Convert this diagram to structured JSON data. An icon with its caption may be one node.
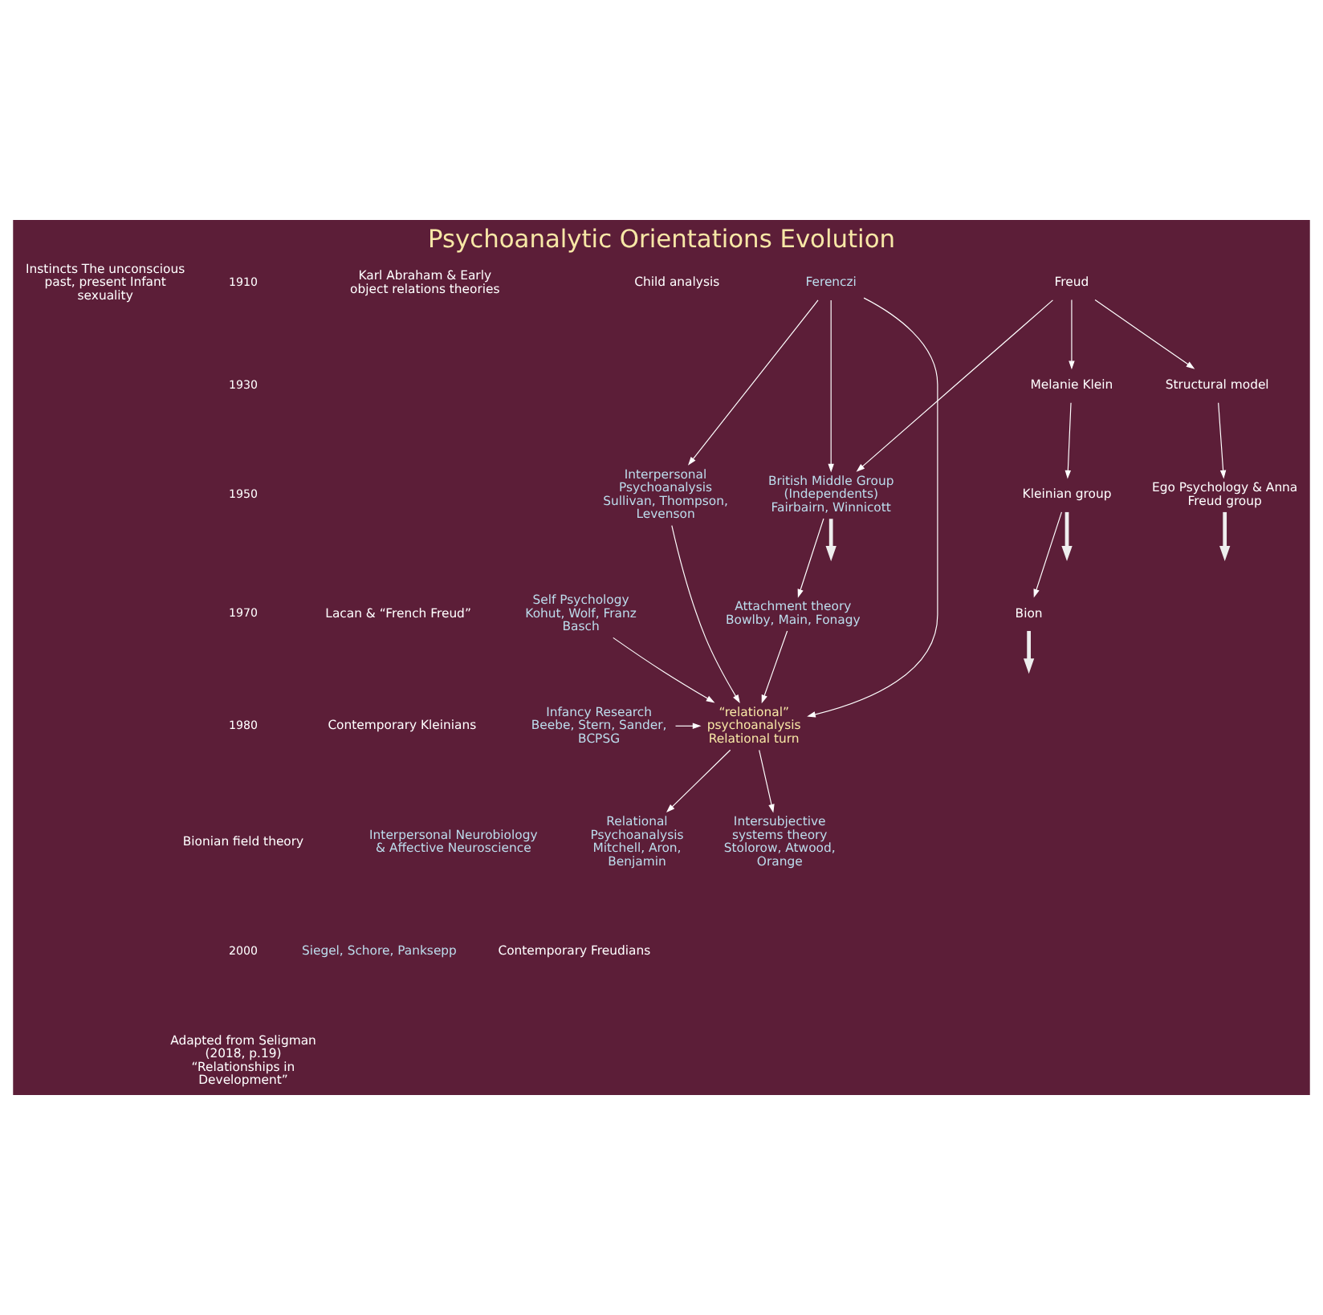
{
  "diagram": {
    "title": "Psychoanalytic Orientations Evolution",
    "nodes": [
      {
        "text": [
          "Freud"
        ]
      },
      {
        "text": [
          "Melanie Klein"
        ]
      },
      {
        "text": [
          "British Middle Group (Independents)",
          "Fairbairn, Winnicott"
        ]
      },
      {
        "text": [
          "Structural model"
        ]
      },
      {
        "text": [
          "Ferenczi"
        ]
      },
      {
        "text": [
          "Kleinian group"
        ]
      },
      {
        "text": [
          "Ego Psychology & Anna Freud group"
        ]
      },
      {
        "text": [
          "Interpersonal Psychoanalysis",
          "Sullivan, Thompson, Levenson"
        ]
      },
      {
        "text": [
          "Bion"
        ]
      },
      {
        "text": [
          "Attachment theory",
          "Bowlby, Main, Fonagy"
        ]
      },
      {
        "text": [
          "Self Psychology",
          "Kohut, Wolf, Franz Basch"
        ]
      },
      {
        "text": [
          "Infancy Research",
          "Beebe, Stern, Sander, BCPSG"
        ]
      },
      {
        "text": [
          "“relational” psychoanalysis",
          "Relational turn"
        ]
      },
      {
        "text": [
          "Relational Psychoanalysis",
          "Mitchell, Aron, Benjamin"
        ]
      },
      {
        "text": [
          "Intersubjective systems theory",
          "Stolorow, Atwood, Orange"
        ]
      }
    ],
    "edges": [
      {
        "from": 0,
        "to": 1,
        "arrow": "to"
      },
      {
        "from": 0,
        "to": 2,
        "arrow": "to"
      },
      {
        "from": 0,
        "to": 3,
        "arrow": "to"
      },
      {
        "from": 4,
        "to": 2,
        "arrow": "to"
      },
      {
        "from": 4,
        "to": 7,
        "arrow": "to"
      },
      {
        "from": 4,
        "to": 12,
        "arrow": "to"
      },
      {
        "from": 1,
        "to": 5,
        "arrow": "to"
      },
      {
        "from": 3,
        "to": 6,
        "arrow": "to"
      },
      {
        "from": 5,
        "to": 8,
        "arrow": "to"
      },
      {
        "from": 5,
        "to": null,
        "arrow": "to",
        "style": "thick",
        "color": "#eeeeee"
      },
      {
        "from": 2,
        "to": null,
        "arrow": "to",
        "style": "thick",
        "color": "#eeeeee"
      },
      {
        "from": 2,
        "to": 9,
        "arrow": "to"
      },
      {
        "from": 6,
        "to": null,
        "arrow": "to",
        "style": "thick",
        "color": "#eeeeee"
      },
      {
        "from": 8,
        "to": null,
        "arrow": "to",
        "style": "thick",
        "color": "#eeeeee"
      },
      {
        "from": 9,
        "to": 12,
        "arrow": "to"
      },
      {
        "from": 10,
        "to": 12,
        "arrow": "to"
      },
      {
        "from": 7,
        "to": 12,
        "arrow": "to"
      },
      {
        "from": 11,
        "to": 12,
        "arrow": "to"
      },
      {
        "from": 12,
        "to": 13,
        "arrow": "to"
      },
      {
        "from": 12,
        "to": 14,
        "arrow": "to"
      }
    ],
    "labels": [
      "Instincts The unconscious past, present Infant sexuality",
      "1910",
      "Karl Abraham & Early object relations theories",
      "Child analysis",
      "1930",
      "1950",
      "Lacan & “French Freud”",
      "1970",
      "1980",
      "Contemporary Kleinians",
      "Interpersonal Neurobiology & Affective Neuroscience",
      "Siegel, Schore, Panksepp",
      "Bionian field theory",
      "Contemporary Freudians",
      "2000",
      "Adapted from Seligman (2018, p.19) “Relationships in Development”"
    ]
  }
}
